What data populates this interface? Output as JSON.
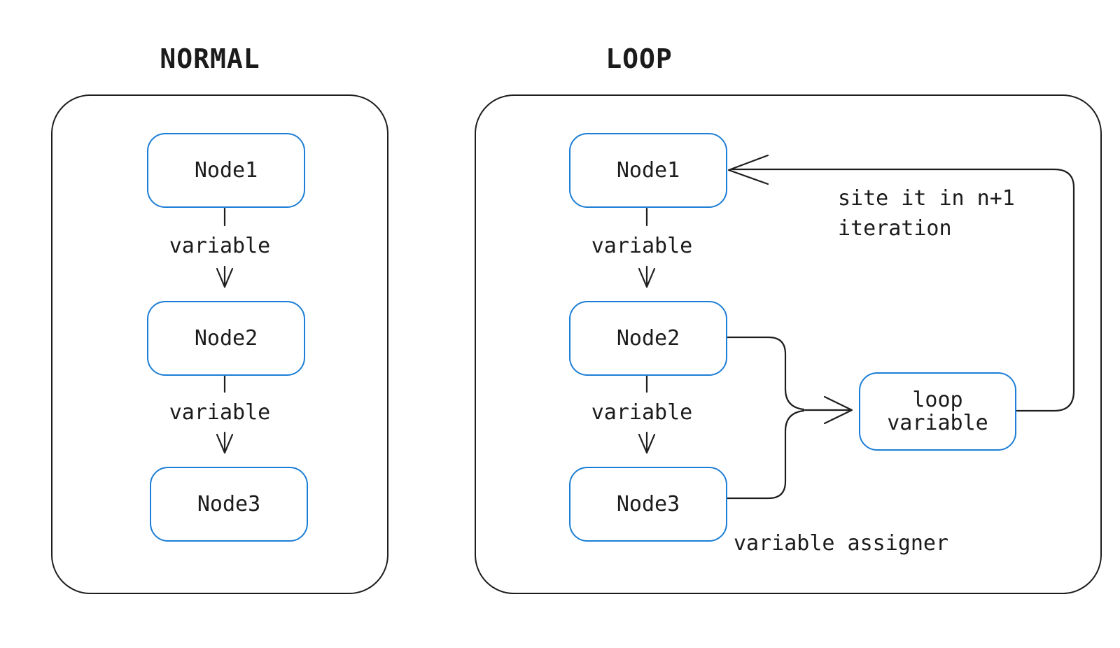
{
  "normal": {
    "title": "NORMAL",
    "node1": "Node1",
    "node2": "Node2",
    "node3": "Node3",
    "edge1_label": "variable",
    "edge2_label": "variable"
  },
  "loop": {
    "title": "LOOP",
    "node1": "Node1",
    "node2": "Node2",
    "node3": "Node3",
    "edge1_label": "variable",
    "edge2_label": "variable",
    "loop_variable_label": "loop variable",
    "feedback_annotation": "site it in n+1 iteration",
    "assigner_annotation": "variable assigner"
  },
  "colors": {
    "node_border": "#1c7ed6",
    "stroke": "#1e1e1e",
    "text": "#1b1b1b",
    "canvas": "#ffffff"
  }
}
